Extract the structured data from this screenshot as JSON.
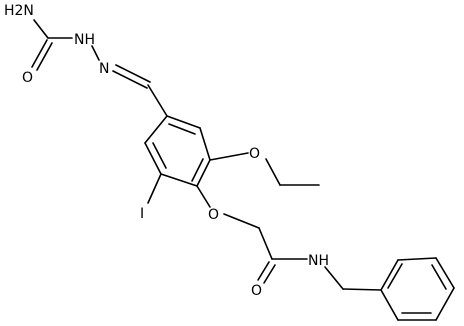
{
  "diagram": {
    "type": "chemical-structure",
    "background_color": "#ffffff",
    "line_color": "#000000",
    "atom_labels": {
      "amine_h2n": "H2N",
      "hydrazide_nh": "NH",
      "carbonyl_o_top": "O",
      "imine_n": "N",
      "ether_o_ethoxy": "O",
      "iodo": "I",
      "ether_o_acetamide": "O",
      "carbonyl_o_amide": "O",
      "amide_nh": "NH"
    }
  }
}
